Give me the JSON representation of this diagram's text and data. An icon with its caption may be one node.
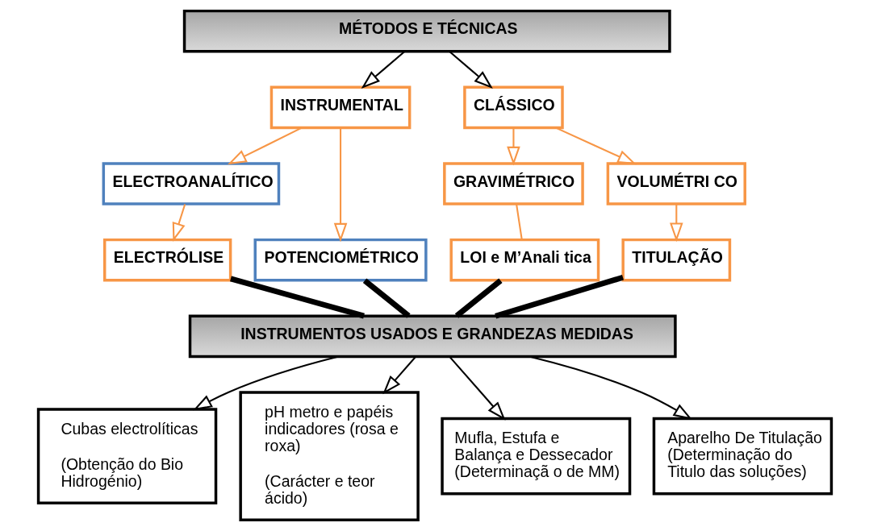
{
  "diagram": {
    "nodes": [
      {
        "text": [
          "MÉTODOS E TÉCNICAS"
        ]
      },
      {
        "text": [
          "INSTRUMENTAL"
        ]
      },
      {
        "text": [
          "CLÁSSICO"
        ]
      },
      {
        "text": [
          "ELECTROANALÍTICO"
        ]
      },
      {
        "text": [
          "ELECTRÓLISE"
        ]
      },
      {
        "text": [
          "POTENCIOMÉTRICO"
        ]
      },
      {
        "text": [
          "GRAVIMÉTRICO"
        ]
      },
      {
        "text": [
          "VOLUMÉTRI CO"
        ]
      },
      {
        "text": [
          "LOI e M’Anali tica"
        ]
      },
      {
        "text": [
          "TITULAÇÃO"
        ]
      },
      {
        "text": [
          "INSTRUMENTOS USADOS E GRANDEZAS MEDIDAS"
        ]
      },
      {
        "text": [
          "Cubas electrolíticas",
          "(Obtenção do Bio Hidrogénio)"
        ]
      },
      {
        "text": [
          "pH metro e papéis indicadores (rosa e roxa)",
          "(Carácter e teor ácido)"
        ]
      },
      {
        "text": [
          "Mufla, Estufa e Balança e Dessecador (Determinaçã o de MM)"
        ]
      },
      {
        "text": [
          "Aparelho De Titulação (Determinação do Titulo das soluções)"
        ]
      }
    ],
    "edges": [
      {
        "from": 0,
        "to": 1,
        "arrow": "to"
      },
      {
        "from": 0,
        "to": 2,
        "arrow": "to"
      },
      {
        "from": 1,
        "to": 3,
        "arrow": "to",
        "color": "#f79646"
      },
      {
        "from": 1,
        "to": 5,
        "arrow": "to",
        "color": "#f79646"
      },
      {
        "from": 2,
        "to": 6,
        "arrow": "to",
        "color": "#f79646"
      },
      {
        "from": 2,
        "to": 7,
        "arrow": "to",
        "color": "#f79646"
      },
      {
        "from": 3,
        "to": 4,
        "arrow": "to",
        "color": "#f79646"
      },
      {
        "from": 6,
        "to": 8,
        "arrow": "none",
        "color": "#f79646"
      },
      {
        "from": 7,
        "to": 9,
        "arrow": "to",
        "color": "#f79646"
      },
      {
        "from": 4,
        "to": 10,
        "arrow": "none",
        "style": "thick"
      },
      {
        "from": 5,
        "to": 10,
        "arrow": "none",
        "style": "thick"
      },
      {
        "from": 8,
        "to": 10,
        "arrow": "none",
        "style": "thick"
      },
      {
        "from": 9,
        "to": 10,
        "arrow": "none",
        "style": "thick"
      },
      {
        "from": 10,
        "to": 11,
        "arrow": "to"
      },
      {
        "from": 10,
        "to": 12,
        "arrow": "to"
      },
      {
        "from": 10,
        "to": 13,
        "arrow": "to"
      },
      {
        "from": 10,
        "to": 14,
        "arrow": "to"
      }
    ]
  }
}
